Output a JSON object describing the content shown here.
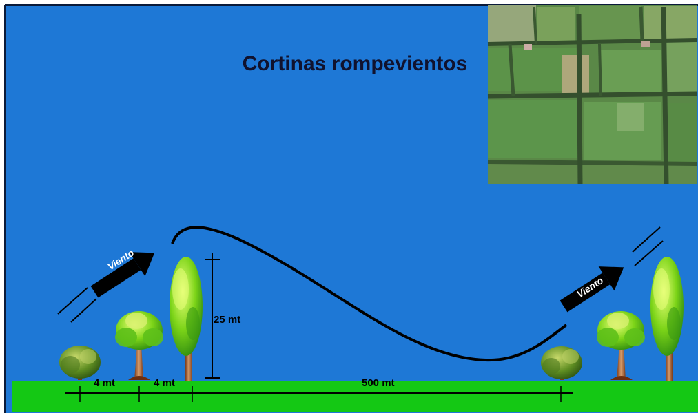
{
  "title": "Cortinas rompevientos",
  "labels": {
    "wind_left": "Viento",
    "wind_right": "Viento",
    "height": "25 mt",
    "dist_shrub_tree": "4 mt",
    "dist_tree_tall": "4 mt",
    "dist_protected": "500 mt"
  },
  "colors": {
    "sky": "#1e78d6",
    "ground": "#14c814",
    "arrow": "#000000"
  }
}
